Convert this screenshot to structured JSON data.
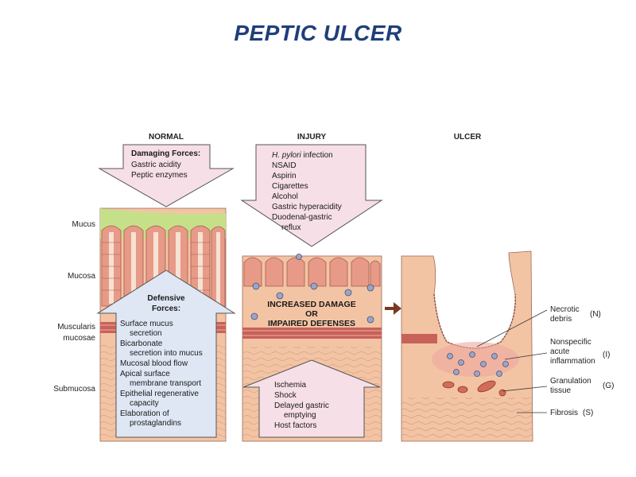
{
  "title": "PEPTIC ULCER",
  "headers": {
    "normal": "NORMAL",
    "injury": "INJURY",
    "ulcer": "ULCER"
  },
  "layers": {
    "mucus": "Mucus",
    "mucosa": "Mucosa",
    "muscularis": [
      "Muscularis",
      "mucosae"
    ],
    "submucosa": "Submucosa"
  },
  "normal_damaging": {
    "title": "Damaging Forces:",
    "items": [
      "Gastric acidity",
      "Peptic enzymes"
    ]
  },
  "normal_defensive": {
    "title": [
      "Defensive",
      "Forces:"
    ],
    "items": [
      "Surface mucus",
      "secretion",
      "Bicarbonate",
      "secretion into mucus",
      "Mucosal blood flow",
      "Apical surface",
      "membrane transport",
      "Epithelial regenerative",
      "capacity",
      "Elaboration of",
      "prostaglandins"
    ]
  },
  "injury_damaging": {
    "items": [
      {
        "italic": "H. pylori",
        "rest": " infection"
      },
      {
        "italic": "",
        "rest": "NSAID"
      },
      {
        "italic": "",
        "rest": "Aspirin"
      },
      {
        "italic": "",
        "rest": "Cigarettes"
      },
      {
        "italic": "",
        "rest": "Alcohol"
      },
      {
        "italic": "",
        "rest": "Gastric hyperacidity"
      },
      {
        "italic": "",
        "rest": "Duodenal-gastric"
      },
      {
        "italic": "",
        "rest": "reflux"
      }
    ]
  },
  "injury_center": [
    "INCREASED DAMAGE",
    "OR",
    "IMPAIRED DEFENSES"
  ],
  "injury_defensive": {
    "items": [
      "Ischemia",
      "Shock",
      "Delayed gastric",
      "emptying",
      "Host factors"
    ]
  },
  "ulcer_labels": {
    "necrotic": [
      "Necrotic",
      "debris"
    ],
    "necrotic_code": "(N)",
    "nonspecific": [
      "Nonspecific",
      "acute",
      "inflammation"
    ],
    "nonspecific_code": "(I)",
    "granulation": [
      "Granulation",
      "tissue"
    ],
    "granulation_code": "(G)",
    "fibrosis": "Fibrosis",
    "fibrosis_code": "(S)"
  },
  "colors": {
    "title": "#1f3f79",
    "tissue": "#f3c4a4",
    "gland": "#e89a88",
    "mucus": "#c6e08a",
    "arrow_pink": "#f6dfe6",
    "arrow_blue": "#dfe7f4",
    "muscle": "#c8615a"
  }
}
